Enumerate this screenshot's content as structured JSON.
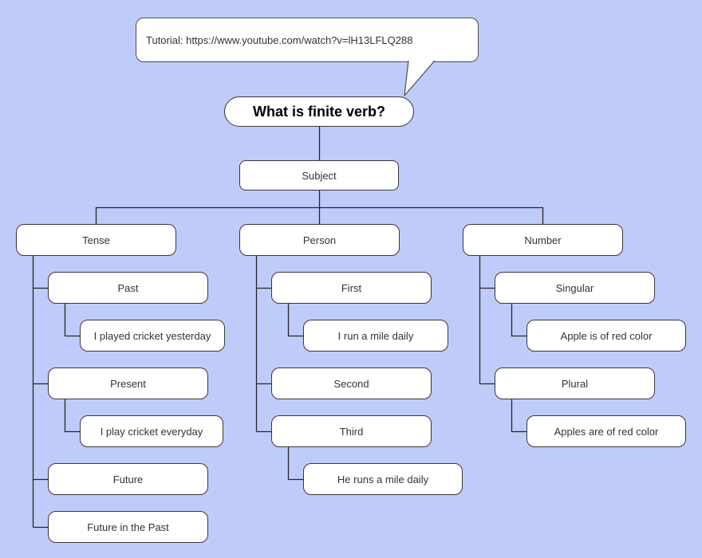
{
  "colors": {
    "background": "#bfccfa",
    "node_fill": "#ffffff",
    "node_border": "#383838",
    "connector": "#262626",
    "text": "#333333"
  },
  "callout": {
    "text": "Tutorial: https://www.youtube.com/watch?v=lH13LFLQ288"
  },
  "root": {
    "label": "What is finite verb?"
  },
  "subject": {
    "label": "Subject"
  },
  "branches": {
    "tense": {
      "label": "Tense",
      "past": {
        "label": "Past",
        "example": "I played cricket yesterday"
      },
      "present": {
        "label": "Present",
        "example": "I play cricket everyday"
      },
      "future": {
        "label": "Future"
      },
      "future_in_past": {
        "label": "Future in the Past"
      }
    },
    "person": {
      "label": "Person",
      "first": {
        "label": "First",
        "example": "I run a mile daily"
      },
      "second": {
        "label": "Second"
      },
      "third": {
        "label": "Third",
        "example": "He runs a mile daily"
      }
    },
    "number": {
      "label": "Number",
      "singular": {
        "label": "Singular",
        "example": "Apple is of red color"
      },
      "plural": {
        "label": "Plural",
        "example": "Apples are of red color"
      }
    }
  }
}
